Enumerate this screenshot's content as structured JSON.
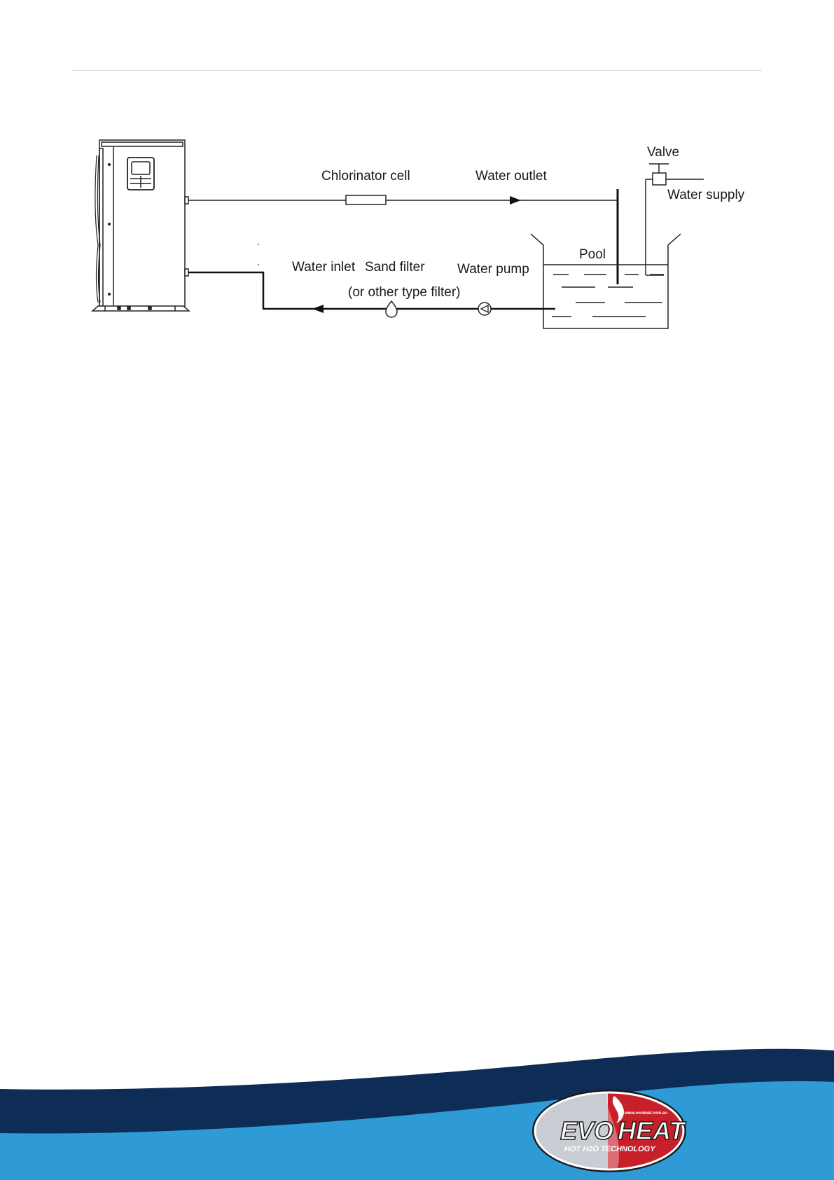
{
  "diagram": {
    "labels": {
      "chlorinator_cell": "Chlorinator cell",
      "water_outlet": "Water outlet",
      "valve": "Valve",
      "water_supply": "Water supply",
      "pool": "Pool",
      "water_inlet": "Water inlet",
      "sand_filter": "Sand filter",
      "other_filter": "(or other type filter)",
      "water_pump": "Water pump"
    }
  },
  "footer": {
    "logo": {
      "word_left": "EVO",
      "word_right": "HEAT",
      "tagline": "HOT H2O TECHNOLOGY",
      "url": "www.evoheat.com.au"
    },
    "colors": {
      "wave_dark": "#0d2d57",
      "wave_light": "#2e9bd6",
      "logo_red": "#c8202a",
      "logo_silver": "#c9cdd3"
    }
  }
}
